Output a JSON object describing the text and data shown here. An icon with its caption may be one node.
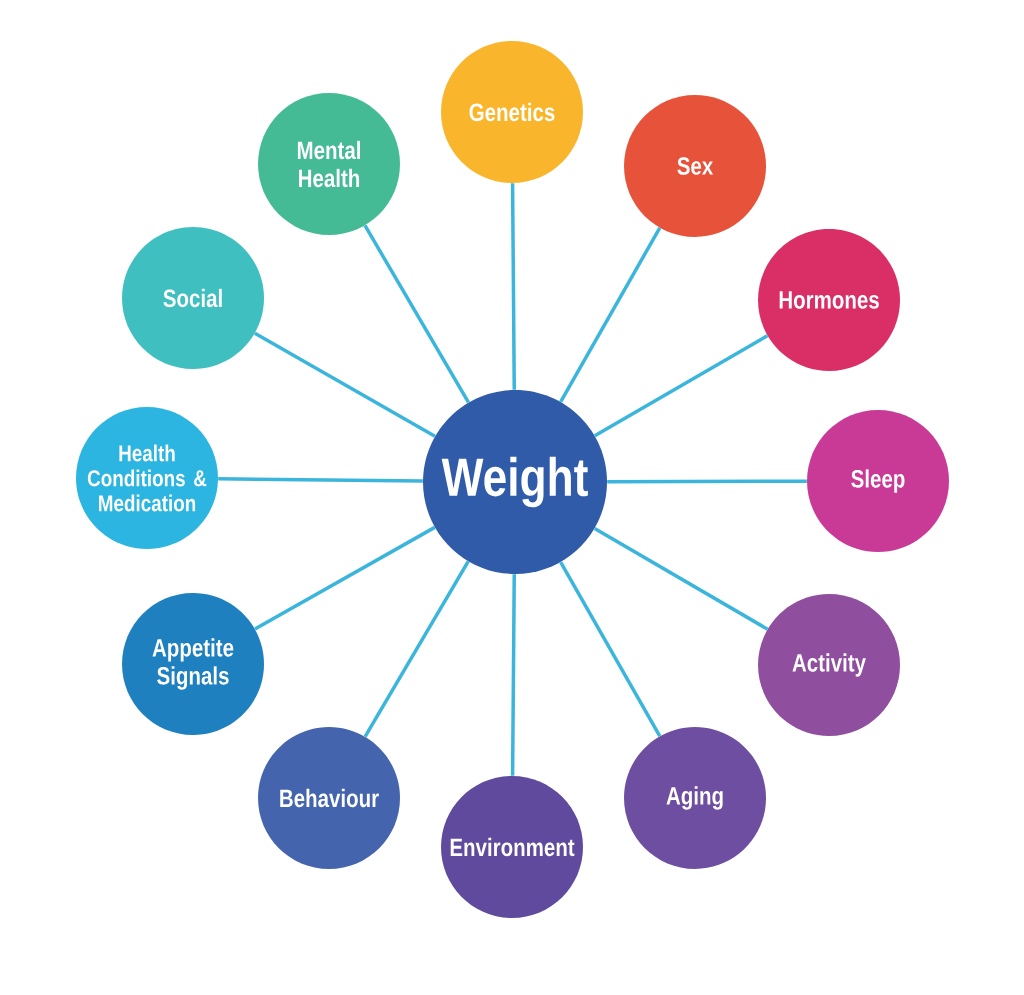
{
  "diagram": {
    "nodes": [
      {
        "text": [
          "Weight"
        ]
      },
      {
        "text": [
          "Genetics"
        ]
      },
      {
        "text": [
          "Sex"
        ]
      },
      {
        "text": [
          "Hormones"
        ]
      },
      {
        "text": [
          "Sleep"
        ]
      },
      {
        "text": [
          "Activity"
        ]
      },
      {
        "text": [
          "Aging"
        ]
      },
      {
        "text": [
          "Environment"
        ]
      },
      {
        "text": [
          "Behaviour"
        ]
      },
      {
        "text": [
          "Appetite Signals"
        ]
      },
      {
        "text": [
          "Health Conditions & Medication"
        ]
      },
      {
        "text": [
          "Social"
        ]
      },
      {
        "text": [
          "Mental Health"
        ]
      }
    ],
    "edges": [
      {
        "from": 0,
        "to": 1,
        "arrow": "none"
      },
      {
        "from": 0,
        "to": 2,
        "arrow": "none"
      },
      {
        "from": 0,
        "to": 3,
        "arrow": "none"
      },
      {
        "from": 0,
        "to": 4,
        "arrow": "none"
      },
      {
        "from": 0,
        "to": 5,
        "arrow": "none"
      },
      {
        "from": 0,
        "to": 6,
        "arrow": "none"
      },
      {
        "from": 0,
        "to": 7,
        "arrow": "none"
      },
      {
        "from": 0,
        "to": 8,
        "arrow": "none"
      },
      {
        "from": 0,
        "to": 9,
        "arrow": "none"
      },
      {
        "from": 0,
        "to": 10,
        "arrow": "none"
      },
      {
        "from": 0,
        "to": 11,
        "arrow": "none"
      },
      {
        "from": 0,
        "to": 12,
        "arrow": "none"
      }
    ]
  }
}
